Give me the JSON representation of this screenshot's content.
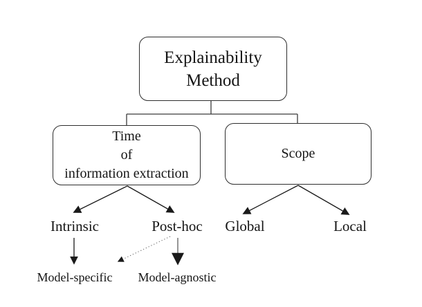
{
  "diagram": {
    "title": "Explainability Method taxonomy",
    "colors": {
      "background": "#ffffff",
      "box_border": "#2e2e2e",
      "text": "#151515",
      "arrow_black": "#1a1a1a",
      "arrow_gray": "#969696",
      "connector": "#3a3a3a"
    },
    "nodes": {
      "root": {
        "lines": [
          "Explainability",
          "Method"
        ]
      },
      "time_of_extraction": {
        "lines": [
          "Time",
          "of",
          "information extraction"
        ]
      },
      "scope": {
        "label": "Scope"
      },
      "intrinsic": {
        "label": "Intrinsic"
      },
      "post_hoc": {
        "label": "Post-hoc"
      },
      "global": {
        "label": "Global"
      },
      "local": {
        "label": "Local"
      },
      "model_specific": {
        "label": "Model-specific"
      },
      "model_agnostic": {
        "label": "Model-agnostic"
      }
    },
    "edges": [
      {
        "from": "root",
        "to": "time_of_extraction",
        "style": "elbow-line"
      },
      {
        "from": "root",
        "to": "scope",
        "style": "elbow-line"
      },
      {
        "from": "time_of_extraction",
        "to": "intrinsic",
        "style": "solid-arrow"
      },
      {
        "from": "time_of_extraction",
        "to": "post_hoc",
        "style": "solid-arrow"
      },
      {
        "from": "scope",
        "to": "global",
        "style": "solid-arrow"
      },
      {
        "from": "scope",
        "to": "local",
        "style": "solid-arrow"
      },
      {
        "from": "intrinsic",
        "to": "model_specific",
        "style": "solid-arrow"
      },
      {
        "from": "post_hoc",
        "to": "model_agnostic",
        "style": "gray-arrow"
      },
      {
        "from": "post_hoc",
        "to": "model_specific",
        "style": "dotted-arrow"
      }
    ]
  }
}
